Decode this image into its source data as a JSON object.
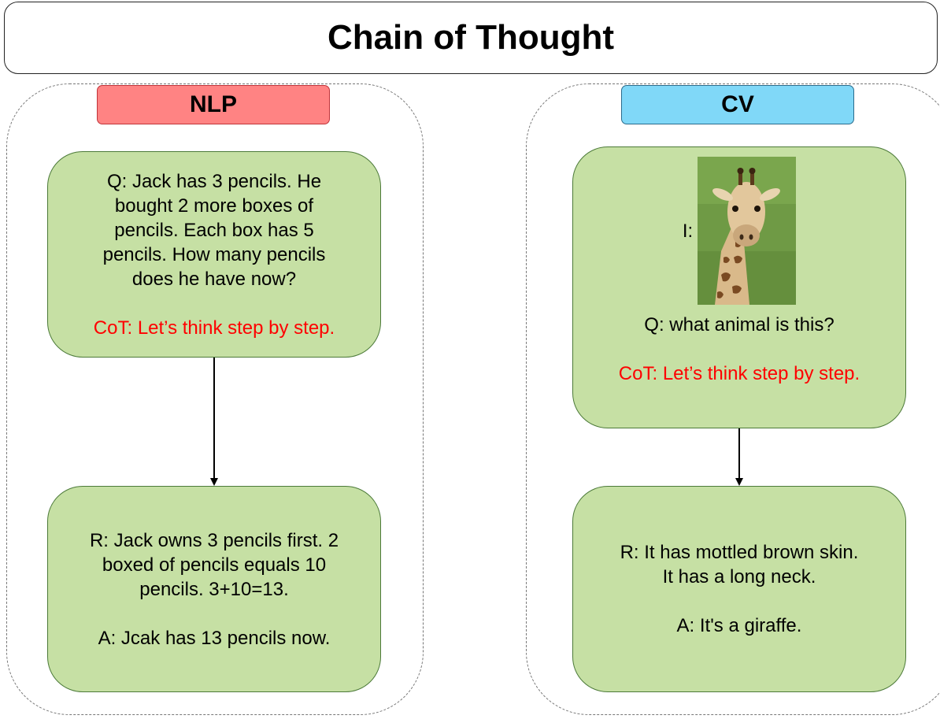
{
  "title": "Chain of Thought",
  "nlp": {
    "header": "NLP",
    "question_lines": [
      "Q: Jack has 3 pencils. He",
      "bought 2 more boxes of",
      "pencils. Each box has 5",
      "pencils. How many pencils",
      "does he have now?"
    ],
    "cot": "CoT: Let’s think step by step.",
    "reasoning_lines": [
      "R: Jack owns 3 pencils first. 2",
      "boxed of pencils equals 10",
      "pencils. 3+10=13."
    ],
    "answer": "A: Jcak has 13 pencils now."
  },
  "cv": {
    "header": "CV",
    "image_label": "I:",
    "image_subject": "giraffe-photo",
    "question": "Q: what animal is this?",
    "cot": "CoT: Let’s think step by step.",
    "reasoning_lines": [
      "R: It has mottled brown skin.",
      "It has a long neck."
    ],
    "answer": "A: It's a giraffe."
  },
  "colors": {
    "nlp_header": "#ff8383",
    "cv_header": "#80d8f8",
    "card_fill": "#c6e0a4",
    "card_border": "#4c7a39",
    "cot_text": "#ff0000"
  }
}
